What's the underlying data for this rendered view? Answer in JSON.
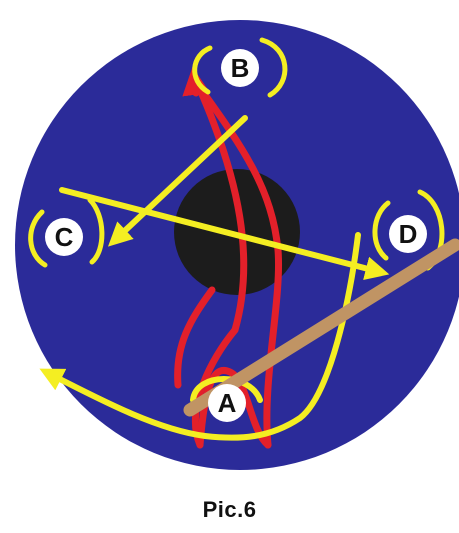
{
  "caption": "Pic.6",
  "colors": {
    "disc": "#2b2b99",
    "hole": "#1c1c1c",
    "red_thread": "#e3202a",
    "yellow_thread": "#f4ee22",
    "needle": "#c09464",
    "node_fill": "#ffffff",
    "node_text": "#111111"
  },
  "nodes": [
    {
      "id": "node-a",
      "label": "A"
    },
    {
      "id": "node-b",
      "label": "B"
    },
    {
      "id": "node-c",
      "label": "C"
    },
    {
      "id": "node-d",
      "label": "D"
    }
  ]
}
